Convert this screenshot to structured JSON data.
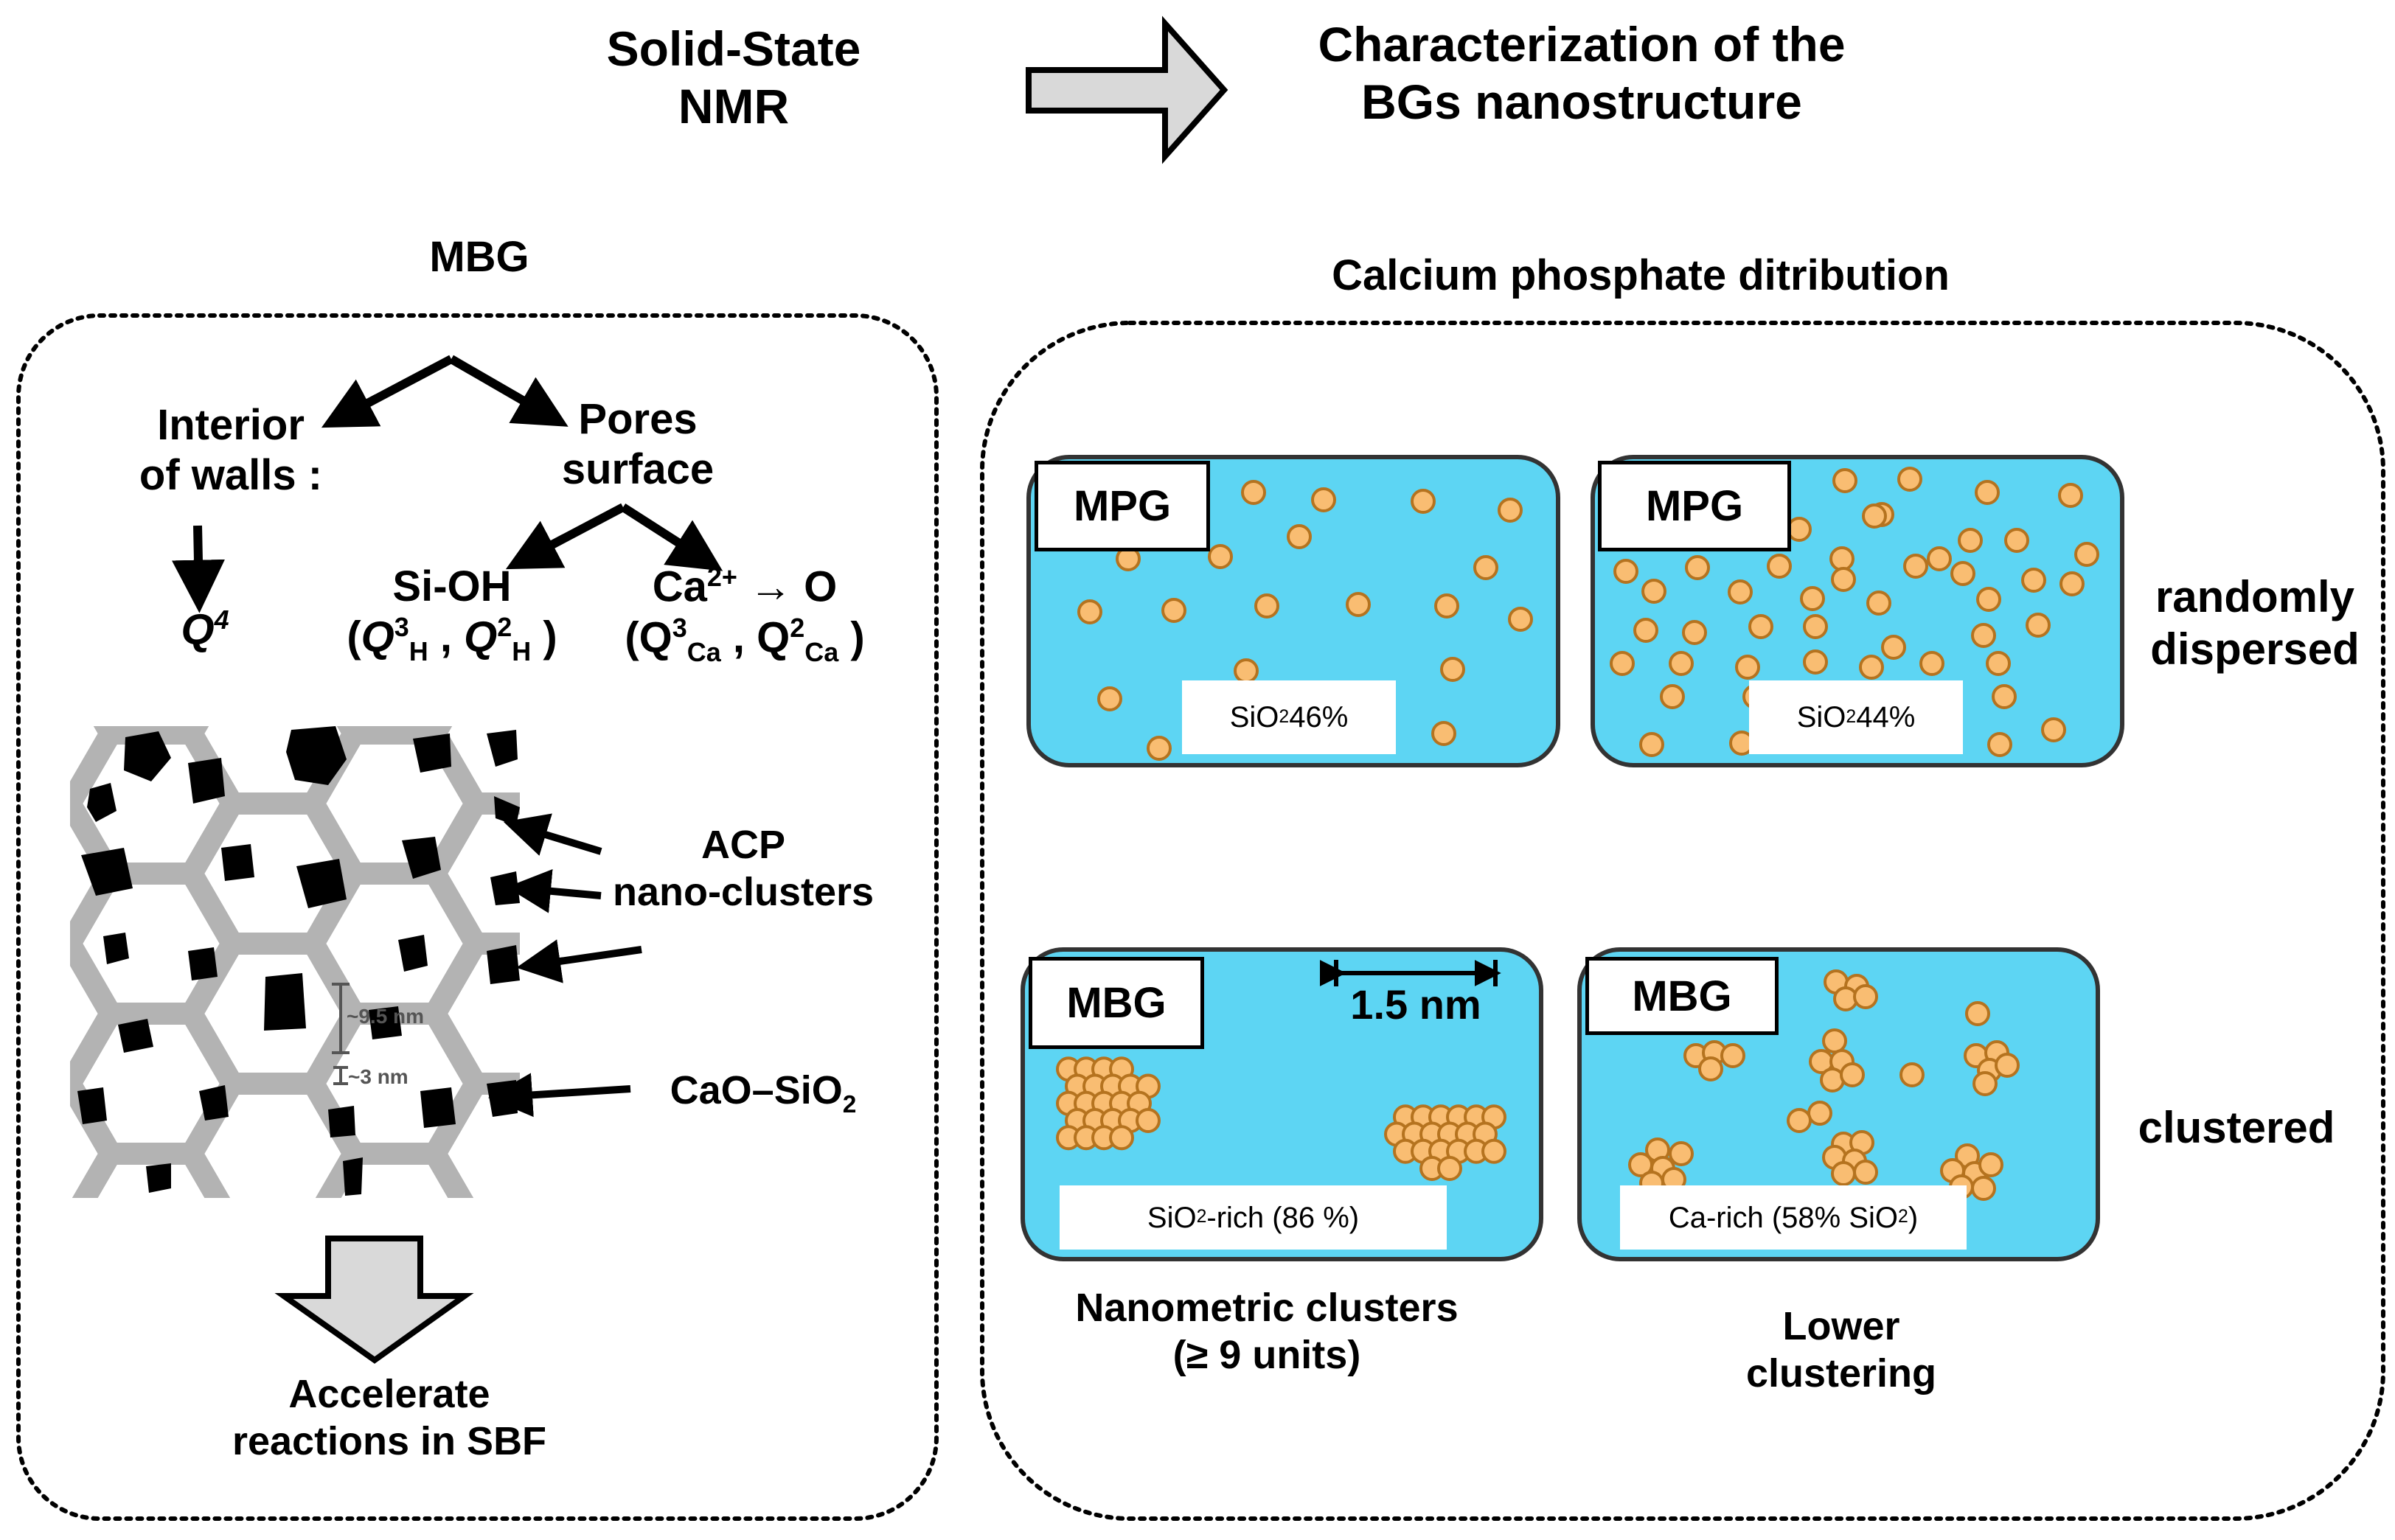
{
  "header": {
    "left_line1": "Solid-State",
    "left_line2": "NMR",
    "right_line1": "Characterization of the",
    "right_line2": "BGs  nanostructure"
  },
  "left_panel": {
    "title": "MBG",
    "interior_line1": "Interior",
    "interior_line2": "of walls :",
    "q4": "Q",
    "q4_sup": "4",
    "pores_line1": "Pores",
    "pores_line2": "surface",
    "sioh": "Si-OH",
    "sioh_species": {
      "a": "Q",
      "a_sup": "3",
      "a_sub": "H",
      "b": "Q",
      "b_sup": "2",
      "b_sub": "H"
    },
    "ca": "Ca",
    "ca_sup": "2+",
    "ca_arrow_text": "→ O",
    "ca_species": {
      "a": "Q",
      "a_sup": "3",
      "a_sub": "Ca",
      "b": "Q",
      "b_sup": "2",
      "b_sub": "Ca"
    },
    "acp_line1": "ACP",
    "acp_line2": "nano-clusters",
    "cao_sio": "CaO–SiO",
    "cao_sio_sub": "2",
    "dim_pore": "~9.5 nm",
    "dim_wall": "~3 nm",
    "result_line1": "Accelerate",
    "result_line2": "reactions in SBF"
  },
  "right_panel": {
    "title": "Calcium phosphate ditribution",
    "random_line1": "randomly",
    "random_line2": "dispersed",
    "clustered": "clustered",
    "boxes": [
      {
        "tag": "MPG",
        "label_pre": "SiO",
        "label_sub": "2",
        "label_post": " 46%"
      },
      {
        "tag": "MPG",
        "label_pre": "SiO",
        "label_sub": "2",
        "label_post": " 44%"
      },
      {
        "tag": "MBG",
        "label_pre": "SiO",
        "label_sub": "2",
        "label_post": "-rich (86 %)",
        "scale": "1.5 nm"
      },
      {
        "tag": "MBG",
        "label_pre": "Ca-rich (58% SiO",
        "label_sub": "2",
        "label_post": ")"
      }
    ],
    "cluster_caption_line1": "Nanometric clusters",
    "cluster_caption_line2": "(≥ 9 units)",
    "lower_line1": "Lower",
    "lower_line2": "clustering"
  },
  "colors": {
    "box_fill": "#5dd5f3",
    "particle_fill": "#f9bd72",
    "particle_stroke": "#b5731f",
    "framework": "#b3b3b3",
    "acp_clusters": "#000000",
    "arrow_fill": "#d9d9d9"
  }
}
